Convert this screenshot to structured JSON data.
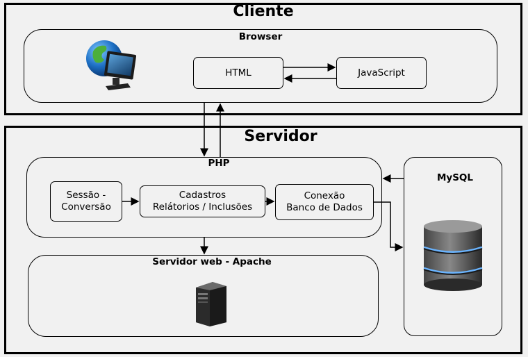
{
  "cliente": {
    "title": "Cliente",
    "browser": {
      "title": "Browser",
      "html_label": "HTML",
      "js_label": "JavaScript",
      "globe_icon": "globe-monitor-icon"
    }
  },
  "servidor": {
    "title": "Servidor",
    "php": {
      "title": "PHP",
      "sessao_label": "Sessão -\nConversão",
      "cadastros_label": "Cadastros\nRelátorios / Inclusões",
      "conexao_label": "Conexão\nBanco de Dados"
    },
    "apache": {
      "title": "Servidor web - Apache",
      "icon": "server-tower-icon"
    },
    "mysql": {
      "title": "MySQL",
      "icon": "database-icon"
    }
  }
}
